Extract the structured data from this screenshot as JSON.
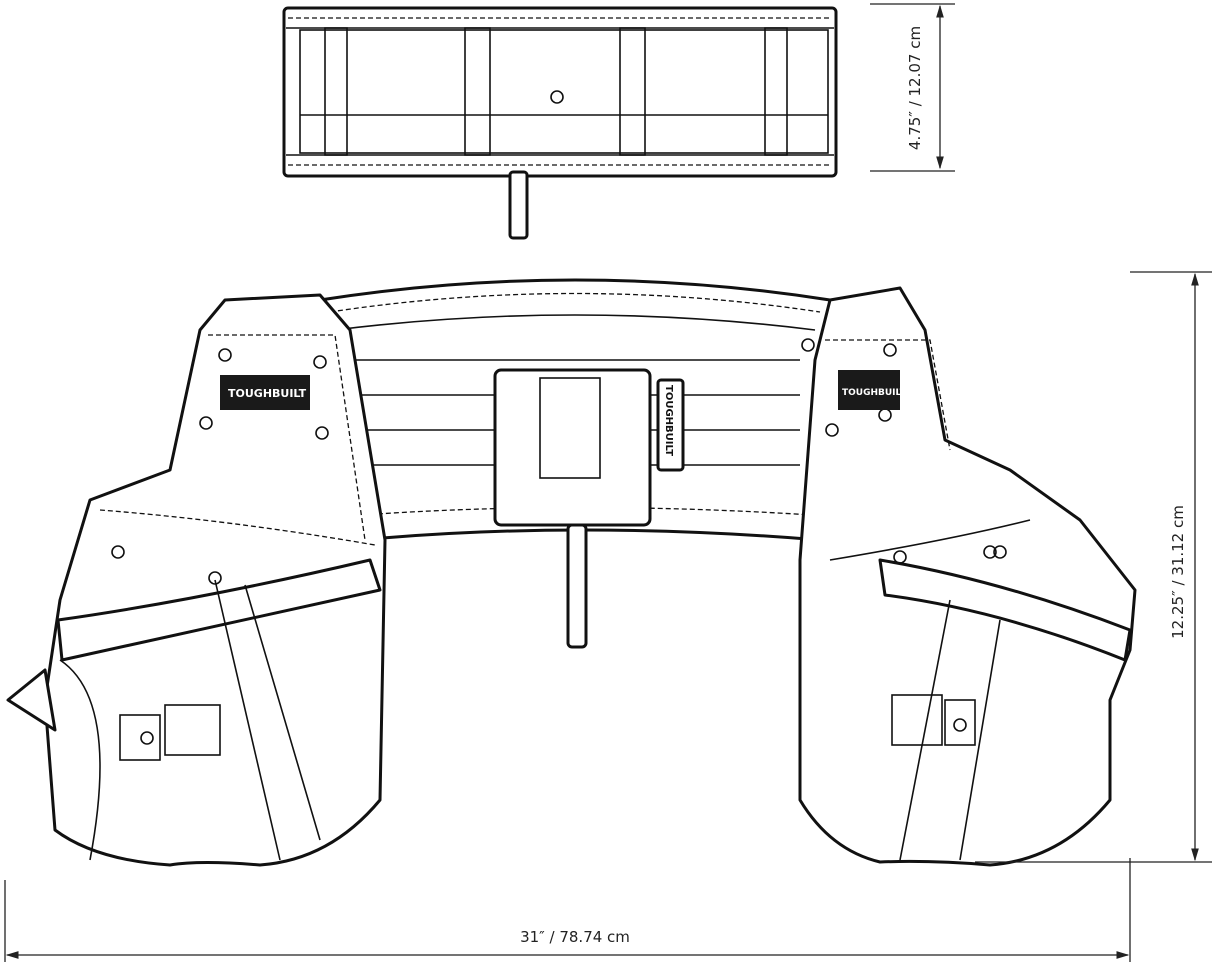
{
  "dimensions": {
    "belt_height": "4.75″  /  12.07 cm",
    "total_height": "12.25″  /  31.12 cm",
    "total_width": "31″ / 78.74 cm"
  },
  "brand": {
    "logo_text": "TOUGHBUILT"
  },
  "colors": {
    "line": "#111111",
    "background": "#ffffff"
  }
}
